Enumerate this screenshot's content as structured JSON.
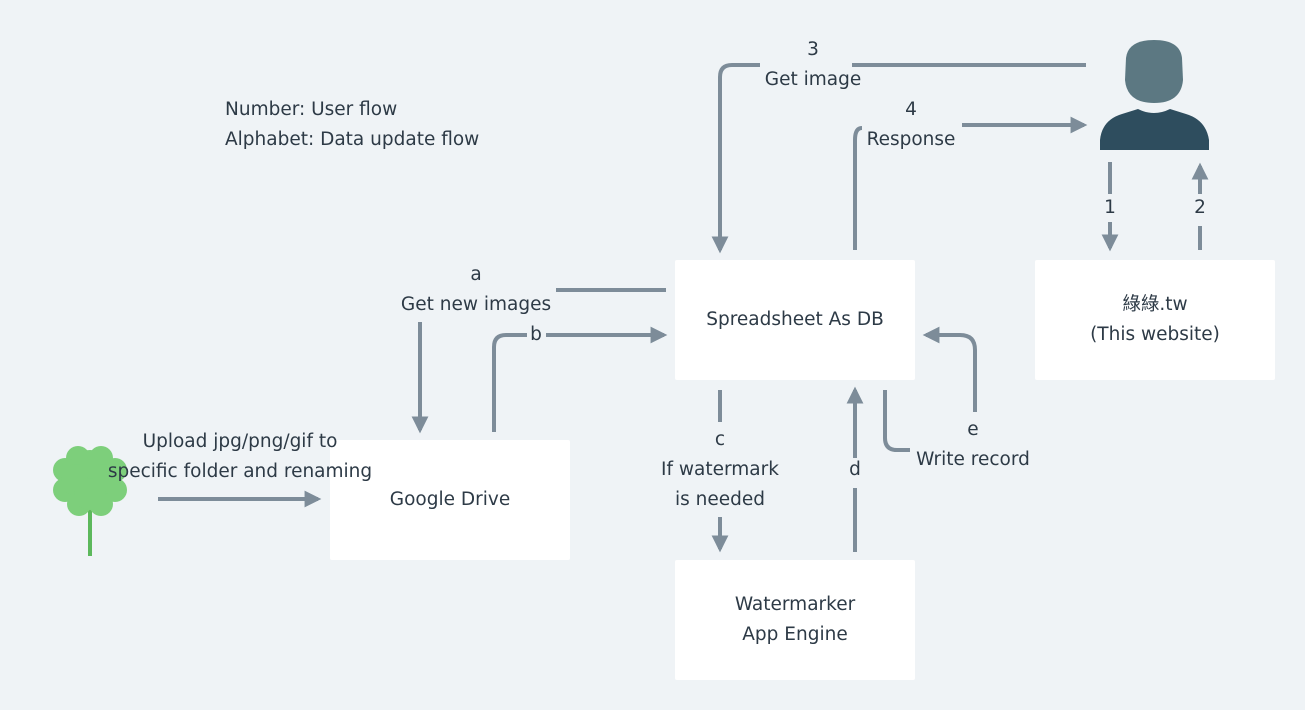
{
  "legend": {
    "numbers": "Number: User flow",
    "alphabet": "Alphabet: Data update flow"
  },
  "nodes": {
    "spreadsheet": [
      "Spreadsheet As DB"
    ],
    "google_drive": [
      "Google Drive"
    ],
    "website": [
      "綠綠.tw",
      "(This website)"
    ],
    "watermarker": [
      "Watermarker",
      "App Engine"
    ]
  },
  "edges": {
    "step_3": {
      "key": "3",
      "text": "Get image"
    },
    "step_4": {
      "key": "4",
      "text": "Response"
    },
    "step_1": {
      "key": "1"
    },
    "step_2": {
      "key": "2"
    },
    "step_a": {
      "key": "a",
      "text": "Get new images"
    },
    "step_b": {
      "key": "b"
    },
    "step_c": {
      "key": "c",
      "text_lines": [
        "If watermark",
        "is needed"
      ]
    },
    "step_d": {
      "key": "d"
    },
    "step_e": {
      "key": "e",
      "text": "Write record"
    },
    "upload": {
      "text_lines": [
        "Upload jpg/png/gif to",
        "specific folder and renaming"
      ]
    }
  },
  "colors": {
    "background": "#eff3f6",
    "connector": "#7d8c99",
    "text": "#2d3a46",
    "user_head": "#5c7882",
    "user_body": "#2e4d5e",
    "clover_leaf": "#7dcf7b",
    "clover_stem": "#5cb85c"
  },
  "icons": {
    "user": "user-silhouette-icon",
    "uploader": "clover-icon"
  }
}
